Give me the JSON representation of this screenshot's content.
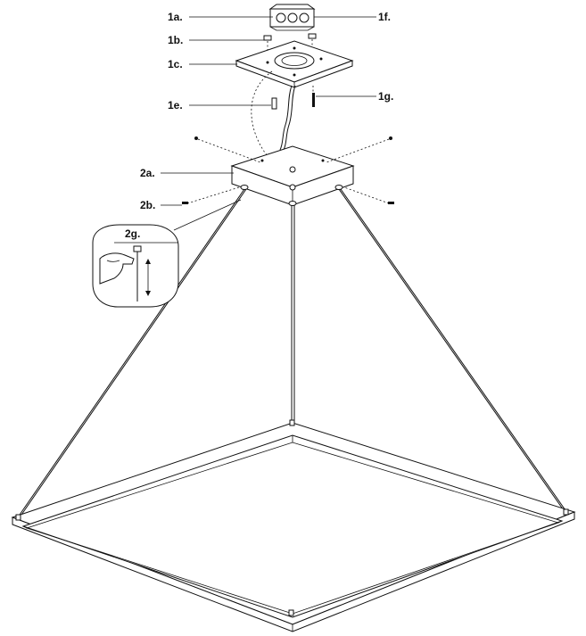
{
  "labels": {
    "l1a": "1a.",
    "l1b": "1b.",
    "l1c": "1c.",
    "l1e": "1e.",
    "l1f": "1f.",
    "l1g": "1g.",
    "l2a": "2a.",
    "l2b": "2b.",
    "l2g": "2g."
  }
}
